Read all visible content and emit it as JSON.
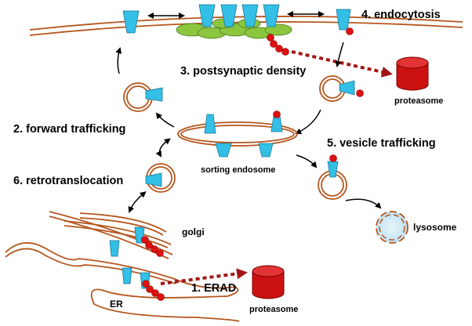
{
  "labels": {
    "endocytosis": "4. endocytosis",
    "postsynaptic_density": "3. postsynaptic density",
    "forward_trafficking": "2. forward trafficking",
    "vesicle_trafficking": "5. vesicle trafficking",
    "retrotranslocation": "6. retrotranslocation",
    "sorting_endosome": "sorting endosome",
    "golgi": "golgi",
    "lysosome": "lysosome",
    "erad": "1. ERAD",
    "er": "ER",
    "proteasome_top": "proteasome",
    "proteasome_bottom": "proteasome"
  },
  "colors": {
    "membrane": "#b5561e",
    "receptor": "#33bfe6",
    "ubiquitin": "#dd1111",
    "psd": "#8cc63f",
    "proteasome": "#cc1111",
    "degradation_arrow": "#a31515",
    "lysosome_fill": "#cfeaf5",
    "arrow": "#000000"
  }
}
